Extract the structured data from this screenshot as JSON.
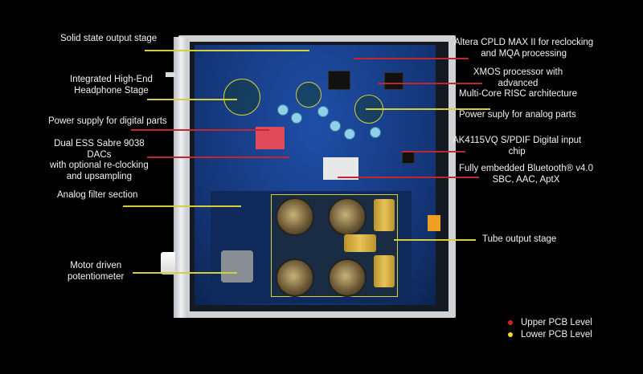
{
  "labels_left": {
    "solid_state": "Solid state output stage",
    "headphone_1": "Integrated High-End",
    "headphone_2": "Headphone Stage",
    "power_digital": "Power supply for digital parts",
    "dac_1": "Dual ESS Sabre 9038",
    "dac_2": "DACs",
    "dac_3": "with optional re-clocking",
    "dac_4": "and upsampling",
    "analog_filter": "Analog filter section",
    "motor_1": "Motor driven",
    "motor_2": "potentiometer"
  },
  "labels_right": {
    "altera_1": "Altera CPLD MAX II for reclocking",
    "altera_2": "and MQA processing",
    "xmos_1": "XMOS processor with",
    "xmos_2": "advanced",
    "xmos_3": "Multi-Core RISC architecture",
    "power_analog": "Power suply for analog parts",
    "ak_1": "AK4115VQ S/PDIF Digital input",
    "ak_2": "chip",
    "bt_1": "Fully embedded Bluetooth® v4.0",
    "bt_2": "SBC, AAC, AptX",
    "tube": "Tube output stage"
  },
  "legend": {
    "upper": "Upper PCB Level",
    "lower": "Lower PCB Level",
    "upper_color": "#d4202a",
    "lower_color": "#e8e020"
  }
}
